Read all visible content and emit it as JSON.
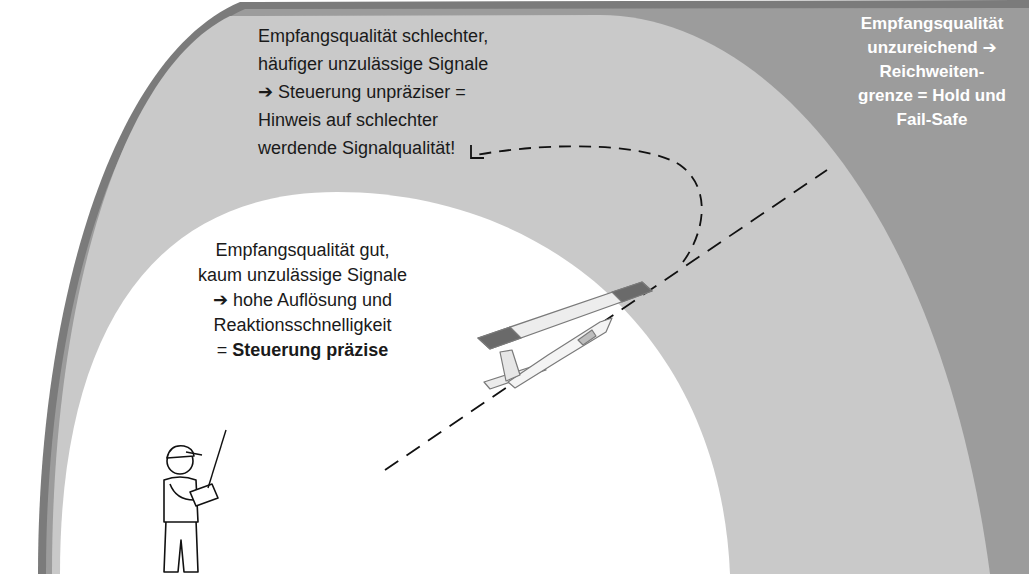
{
  "diagram": {
    "nodes": [
      {
        "text": [
          "Empfangsqualität unzureichend ➔ Reichweiten- grenze = Hold und Fail-Safe"
        ]
      },
      {
        "text": [
          "Empfangsqualität schlechter, häufiger unzulässige Signale ➔ Steuerung unpräziser = Hinweis auf schlechter werdende Signalqualität!"
        ],
        "in": 0
      },
      {
        "text": [
          "Empfangsqualität gut, kaum unzulässige Signale ➔ hohe Auflösung und Reaktionsschnelligkeit =",
          "Steuerung präzise"
        ],
        "in": 1
      }
    ]
  }
}
